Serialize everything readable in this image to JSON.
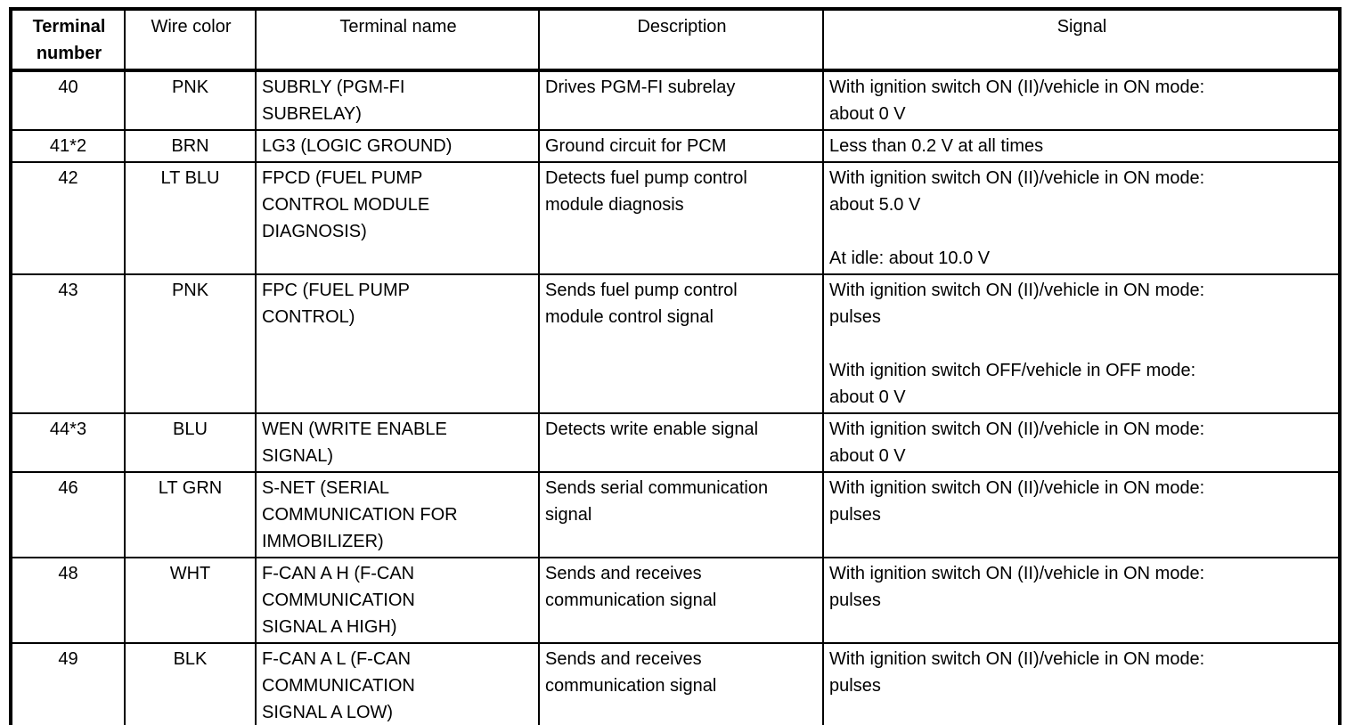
{
  "colors": {
    "border": "#000000",
    "background": "#ffffff",
    "text": "#000000"
  },
  "table": {
    "headers": {
      "terminal_number": "Terminal\nnumber",
      "wire_color": "Wire color",
      "terminal_name": "Terminal name",
      "description": "Description",
      "signal": "Signal"
    },
    "rows": [
      {
        "terminal_number": "40",
        "wire_color": "PNK",
        "terminal_name": "SUBRLY (PGM-FI\nSUBRELAY)",
        "description": "Drives PGM-FI subrelay",
        "signal": "With ignition switch ON (II)/vehicle in ON mode:\nabout 0 V"
      },
      {
        "terminal_number": "41*2",
        "wire_color": "BRN",
        "terminal_name": "LG3 (LOGIC GROUND)",
        "description": "Ground circuit for PCM",
        "signal": "Less than 0.2 V at all times"
      },
      {
        "terminal_number": "42",
        "wire_color": "LT BLU",
        "terminal_name": "FPCD (FUEL PUMP\nCONTROL MODULE\nDIAGNOSIS)",
        "description": "Detects fuel pump control\nmodule diagnosis",
        "signal": "With ignition switch ON (II)/vehicle in ON mode:\nabout 5.0 V\n\nAt idle: about 10.0 V"
      },
      {
        "terminal_number": "43",
        "wire_color": "PNK",
        "terminal_name": "FPC (FUEL PUMP\nCONTROL)",
        "description": "Sends fuel pump control\nmodule control signal",
        "signal": "With ignition switch ON (II)/vehicle in ON mode:\npulses\n\nWith ignition switch OFF/vehicle in OFF mode:\nabout 0 V"
      },
      {
        "terminal_number": "44*3",
        "wire_color": "BLU",
        "terminal_name": "WEN (WRITE ENABLE\nSIGNAL)",
        "description": "Detects write enable signal",
        "signal": "With ignition switch ON (II)/vehicle in ON mode:\nabout 0 V"
      },
      {
        "terminal_number": "46",
        "wire_color": "LT GRN",
        "terminal_name": "S-NET (SERIAL\nCOMMUNICATION FOR\nIMMOBILIZER)",
        "description": "Sends serial communication\nsignal",
        "signal": "With ignition switch ON (II)/vehicle in ON mode:\npulses"
      },
      {
        "terminal_number": "48",
        "wire_color": "WHT",
        "terminal_name": "F-CAN A H (F-CAN\nCOMMUNICATION\nSIGNAL A HIGH)",
        "description": "Sends and receives\ncommunication signal",
        "signal": "With ignition switch ON (II)/vehicle in ON mode:\npulses"
      },
      {
        "terminal_number": "49",
        "wire_color": "BLK",
        "terminal_name": "F-CAN A L (F-CAN\nCOMMUNICATION\nSIGNAL A LOW)",
        "description": "Sends and receives\ncommunication signal",
        "signal": "With ignition switch ON (II)/vehicle in ON mode:\npulses"
      }
    ]
  }
}
